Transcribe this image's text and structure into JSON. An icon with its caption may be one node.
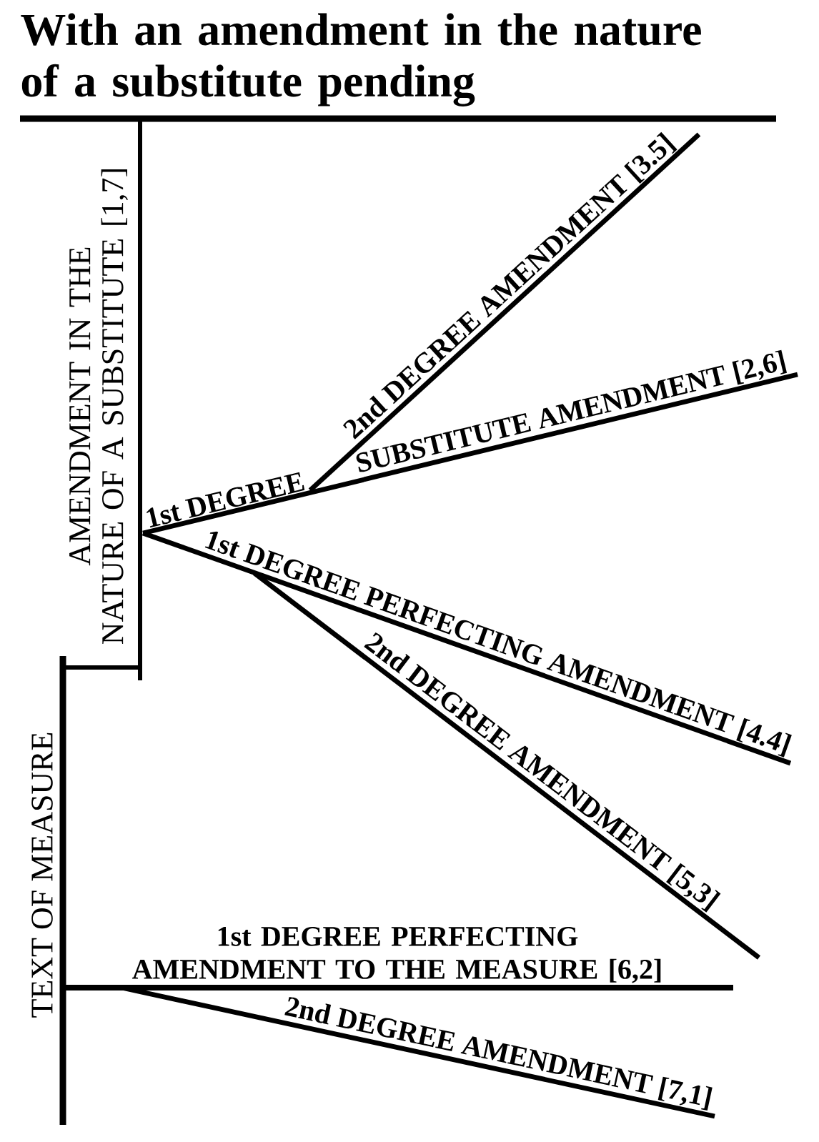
{
  "diagram": {
    "title": "With an amendment in the nature of a substitute pending",
    "labels": [
      "AMENDMENT IN THE NATURE OF A SUBSTITUTE [1,7]",
      "2nd DEGREE AMENDMENT [3.5]",
      "SUBSTITUTE AMENDMENT [2,6]",
      "1st DEGREE",
      "1st DEGREE PERFECTING AMENDMENT [4.4]",
      "2nd DEGREE AMENDMENT [5,3]",
      "TEXT OF MEASURE",
      "1st DEGREE PERFECTING AMENDMENT TO THE MEASURE [6,2]",
      "2nd DEGREE AMENDMENT [7,1]"
    ]
  }
}
